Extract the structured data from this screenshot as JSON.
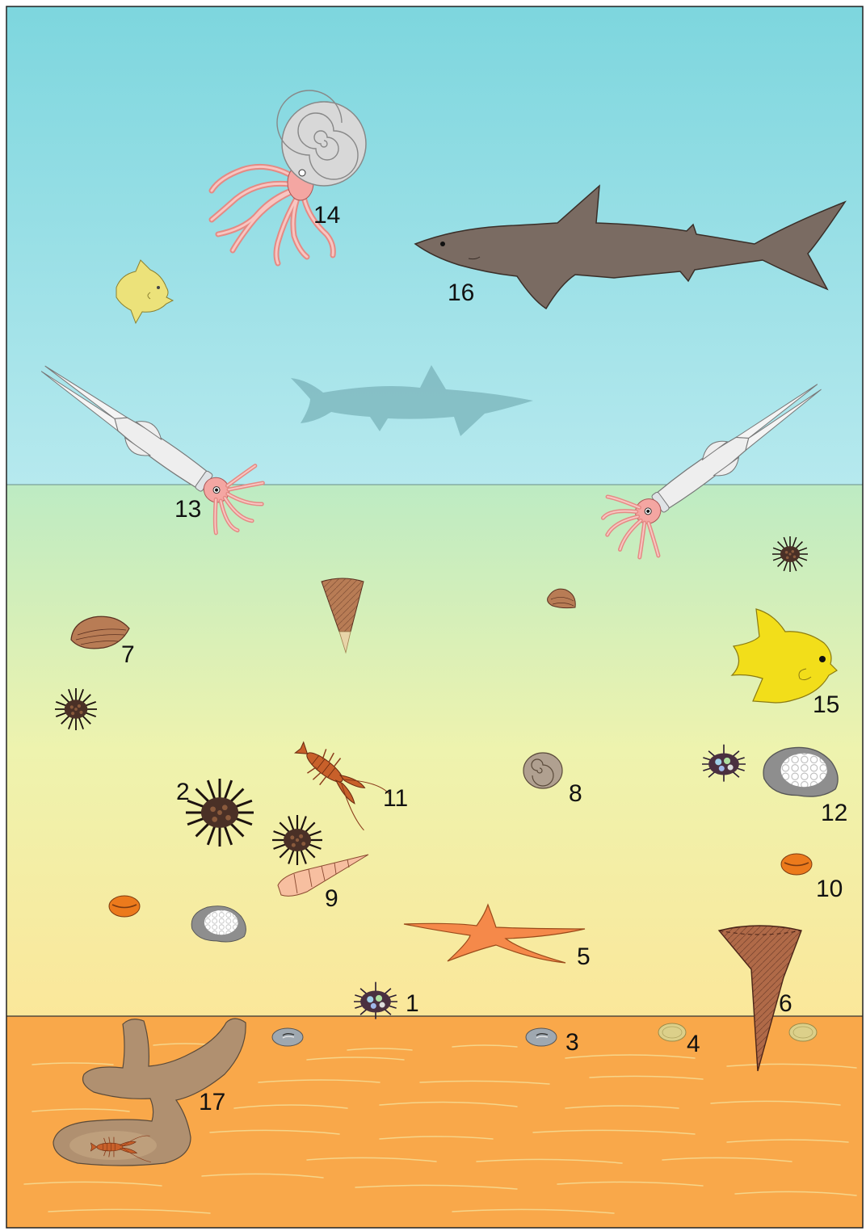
{
  "figure": {
    "zones": [
      {
        "id": "open-water",
        "color_top": "#7dd6de",
        "color_bottom": "#b6e9ee"
      },
      {
        "id": "shallow-water",
        "color_top": "#bdebc3",
        "color_bottom": "#fbe79a"
      },
      {
        "id": "sediment",
        "color": "#f9a84a",
        "streak_color": "#f6d58a"
      }
    ],
    "colors": {
      "shark": "#7a6b62",
      "shark_shadow": "#7fb8bf",
      "ammonite_shell": "#cfcfcf",
      "tentacles_pink": "#f4a6a2",
      "belemnite_body": "#eeeeee",
      "urchin": "#3a2a22",
      "crustacean": "#c8602a",
      "starfish": "#f5894a",
      "cowrie": "#ec7a1c",
      "oyster": "#8c8c8c",
      "burrow": "#b09070",
      "fish_yellow": "#f2de1a",
      "fish_pale": "#ece27a",
      "rudist": "#b06a48",
      "bivalve": "#b87c55"
    },
    "labels": [
      {
        "id": "label-1",
        "text": "1"
      },
      {
        "id": "label-2",
        "text": "2"
      },
      {
        "id": "label-3",
        "text": "3"
      },
      {
        "id": "label-4",
        "text": "4"
      },
      {
        "id": "label-5",
        "text": "5"
      },
      {
        "id": "label-6",
        "text": "6"
      },
      {
        "id": "label-7",
        "text": "7"
      },
      {
        "id": "label-8",
        "text": "8"
      },
      {
        "id": "label-9",
        "text": "9"
      },
      {
        "id": "label-10",
        "text": "10"
      },
      {
        "id": "label-11",
        "text": "11"
      },
      {
        "id": "label-12",
        "text": "12"
      },
      {
        "id": "label-13",
        "text": "13"
      },
      {
        "id": "label-14",
        "text": "14"
      },
      {
        "id": "label-15",
        "text": "15"
      },
      {
        "id": "label-16",
        "text": "16"
      },
      {
        "id": "label-17",
        "text": "17"
      }
    ]
  }
}
